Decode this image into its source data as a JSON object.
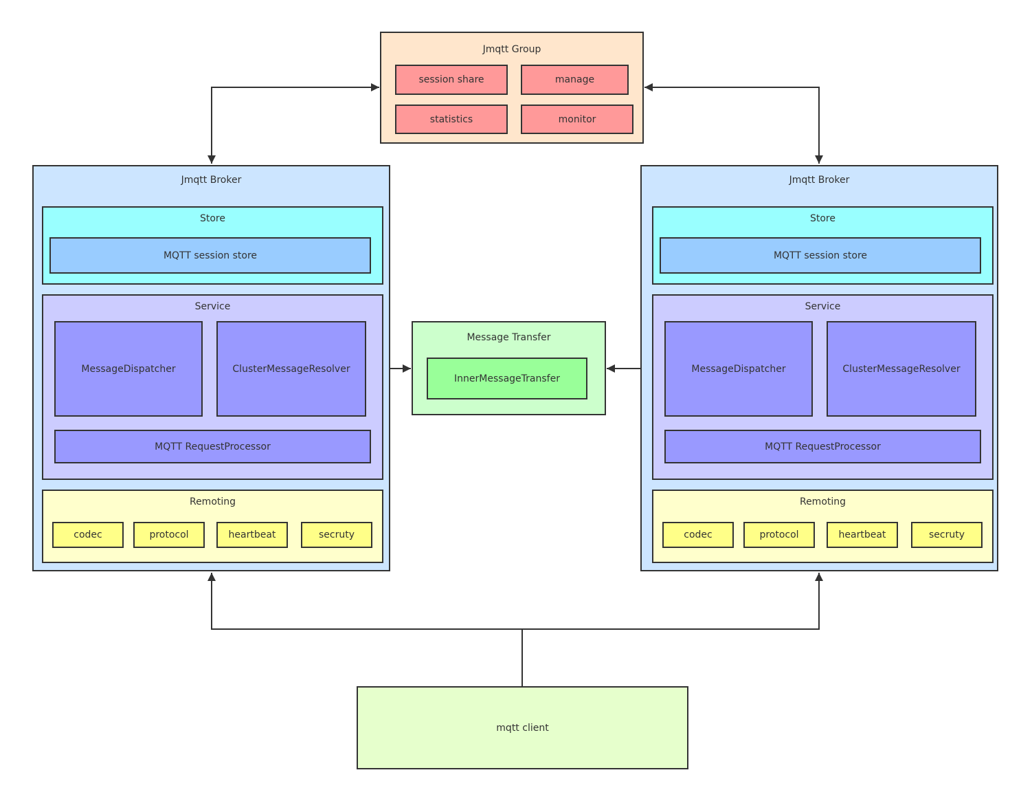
{
  "group": {
    "title": "Jmqtt Group",
    "items": [
      "session share",
      "manage",
      "statistics",
      "monitor"
    ]
  },
  "brokers": [
    {
      "title": "Jmqtt Broker",
      "store": {
        "title": "Store",
        "session_store": "MQTT session store"
      },
      "service": {
        "title": "Service",
        "dispatcher": "MessageDispatcher",
        "resolver": "ClusterMessageResolver",
        "processor": "MQTT RequestProcessor"
      },
      "remoting": {
        "title": "Remoting",
        "items": [
          "codec",
          "protocol",
          "heartbeat",
          "secruty"
        ]
      }
    },
    {
      "title": "Jmqtt Broker",
      "store": {
        "title": "Store",
        "session_store": "MQTT session store"
      },
      "service": {
        "title": "Service",
        "dispatcher": "MessageDispatcher",
        "resolver": "ClusterMessageResolver",
        "processor": "MQTT RequestProcessor"
      },
      "remoting": {
        "title": "Remoting",
        "items": [
          "codec",
          "protocol",
          "heartbeat",
          "secruty"
        ]
      }
    }
  ],
  "transfer": {
    "title": "Message Transfer",
    "inner": "InnerMessageTransfer"
  },
  "client": {
    "label": "mqtt client"
  },
  "colors": {
    "group_bg": "#ffe6cc",
    "group_item": "#ff9999",
    "broker_bg": "#cce5ff",
    "store_bg": "#99ffff",
    "session_store": "#99ccff",
    "service_bg": "#ccccff",
    "service_item": "#9999ff",
    "remoting_bg": "#ffffcc",
    "remoting_item": "#ffff88",
    "transfer_bg": "#ccffcc",
    "transfer_inner": "#99ff99",
    "client_bg": "#e6ffcc",
    "stroke": "#333333"
  }
}
